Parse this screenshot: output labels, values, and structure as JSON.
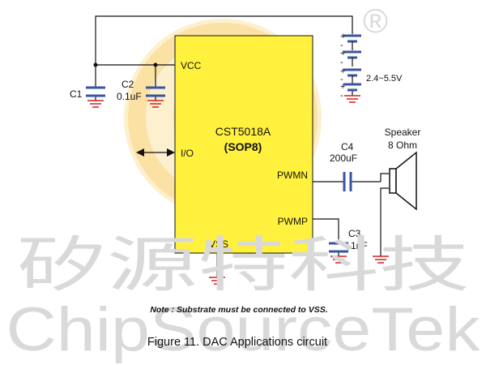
{
  "chip": {
    "part_number": "CST5018A",
    "package": "(SOP8)",
    "pins": {
      "vcc": "VCC",
      "io": "I/O",
      "pwmn": "PWMN",
      "pwmp": "PWMP",
      "vss": "VSS"
    }
  },
  "components": {
    "c1": {
      "name": "C1"
    },
    "c2": {
      "name": "C2",
      "value": "0.1uF"
    },
    "c3": {
      "name": "C3",
      "value": "1nF"
    },
    "c4": {
      "name": "C4",
      "value": "200uF"
    },
    "battery": {
      "voltage": "2.4~5.5V",
      "plus": "+",
      "minus": "-"
    },
    "speaker": {
      "label": "Speaker",
      "impedance": "8 Ohm"
    }
  },
  "note": "Note : Substrate must be connected to VSS.",
  "caption": "Figure 11.  DAC Applications circuit",
  "watermark": {
    "chinese": "矽源特科技",
    "english": "ChipSourceTek",
    "registered": "®"
  },
  "colors": {
    "chip_fill": "#fff13d",
    "wire": "#111111",
    "capacitor": "#3a55a0",
    "ground": "#d22020",
    "watermark": "#d9d9d9",
    "logo_ring": "#fbe1a4"
  }
}
